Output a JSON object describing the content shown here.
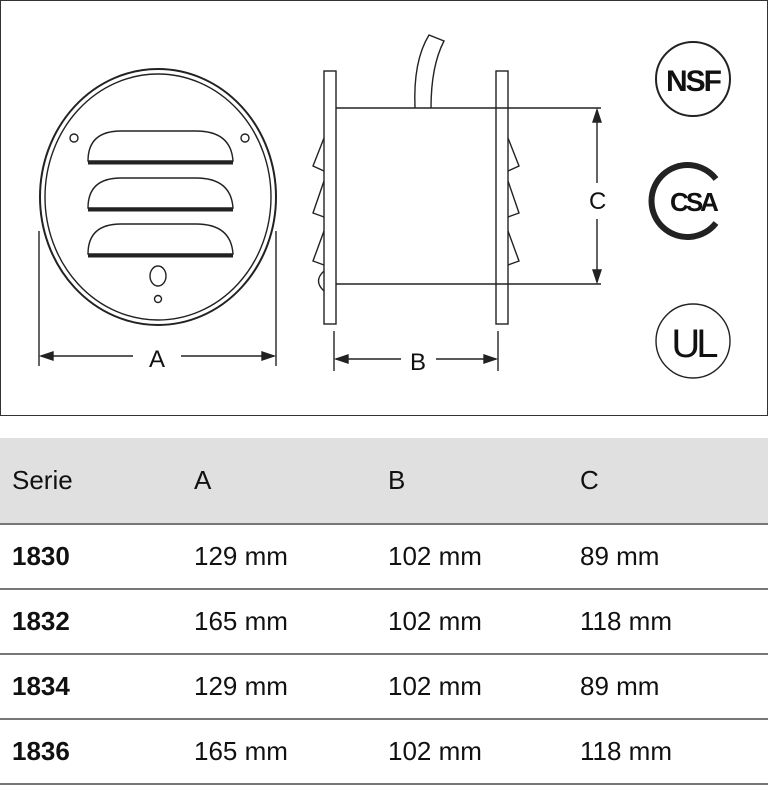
{
  "drawing": {
    "dimension_labels": {
      "a": "A",
      "b": "B",
      "c": "C"
    },
    "certifications": {
      "nsf": "NSF",
      "csa": "CSA",
      "ul": "UL"
    }
  },
  "table": {
    "headers": [
      "Serie",
      "A",
      "B",
      "C"
    ],
    "rows": [
      [
        "1830",
        "129 mm",
        "102 mm",
        "89 mm"
      ],
      [
        "1832",
        "165 mm",
        "102 mm",
        "118 mm"
      ],
      [
        "1834",
        "129 mm",
        "102 mm",
        "89 mm"
      ],
      [
        "1836",
        "165 mm",
        "102 mm",
        "118 mm"
      ]
    ]
  }
}
